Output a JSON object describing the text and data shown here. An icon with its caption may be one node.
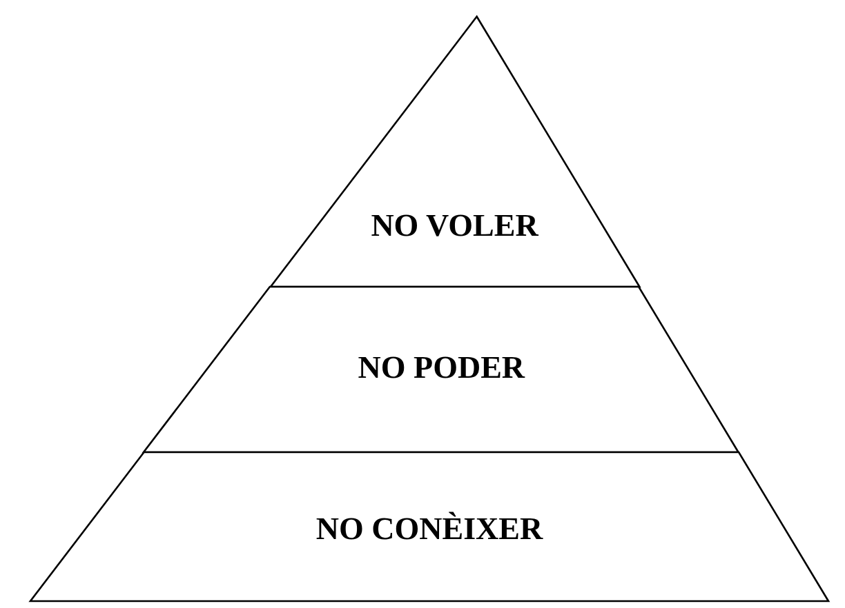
{
  "diagram": {
    "nodes": [
      {
        "text": [
          "NO VOLER"
        ]
      },
      {
        "text": [
          "NO PODER"
        ]
      },
      {
        "text": [
          "NO CONÈIXER"
        ]
      }
    ]
  }
}
